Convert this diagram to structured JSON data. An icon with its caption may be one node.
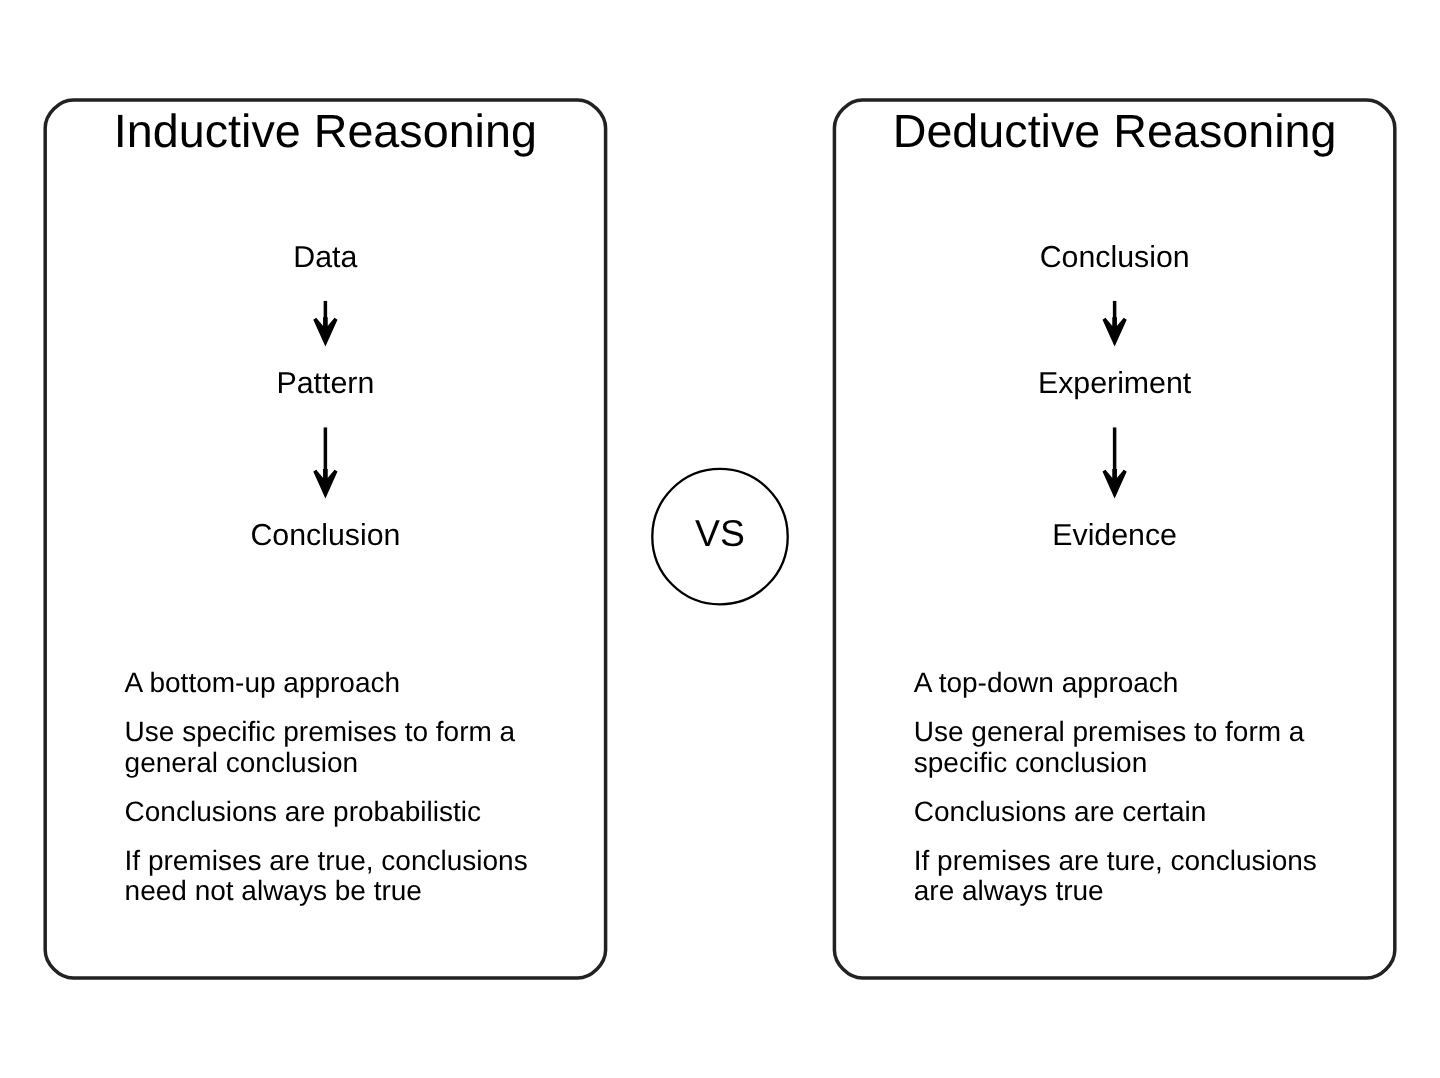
{
  "diagram": {
    "nodes": [
      {
        "text": [
          "Inductive Reasoning",
          "A bottom-up approach",
          "Use specific premises to form a general conclusion",
          "Conclusions are probabilistic",
          "If premises are true, conclusions need not always be true"
        ]
      },
      {
        "text": [
          "Data"
        ],
        "in": 0
      },
      {
        "text": [
          "Pattern"
        ],
        "in": 0
      },
      {
        "text": [
          "Conclusion"
        ],
        "in": 0
      },
      {
        "text": [
          "VS"
        ]
      },
      {
        "text": [
          "Deductive Reasoning",
          "A top-down approach",
          "Use general premises to form a specific conclusion",
          "Conclusions are certain",
          "If premises are ture, conclusions are always true"
        ]
      },
      {
        "text": [
          "Conclusion"
        ],
        "in": 5
      },
      {
        "text": [
          "Experiment"
        ],
        "in": 5
      },
      {
        "text": [
          "Evidence"
        ],
        "in": 5
      }
    ],
    "edges": [
      {
        "from": 1,
        "to": 2,
        "arrow": "to"
      },
      {
        "from": 2,
        "to": 3,
        "arrow": "to"
      },
      {
        "from": 6,
        "to": 7,
        "arrow": "to"
      },
      {
        "from": 7,
        "to": 8,
        "arrow": "to"
      }
    ]
  }
}
